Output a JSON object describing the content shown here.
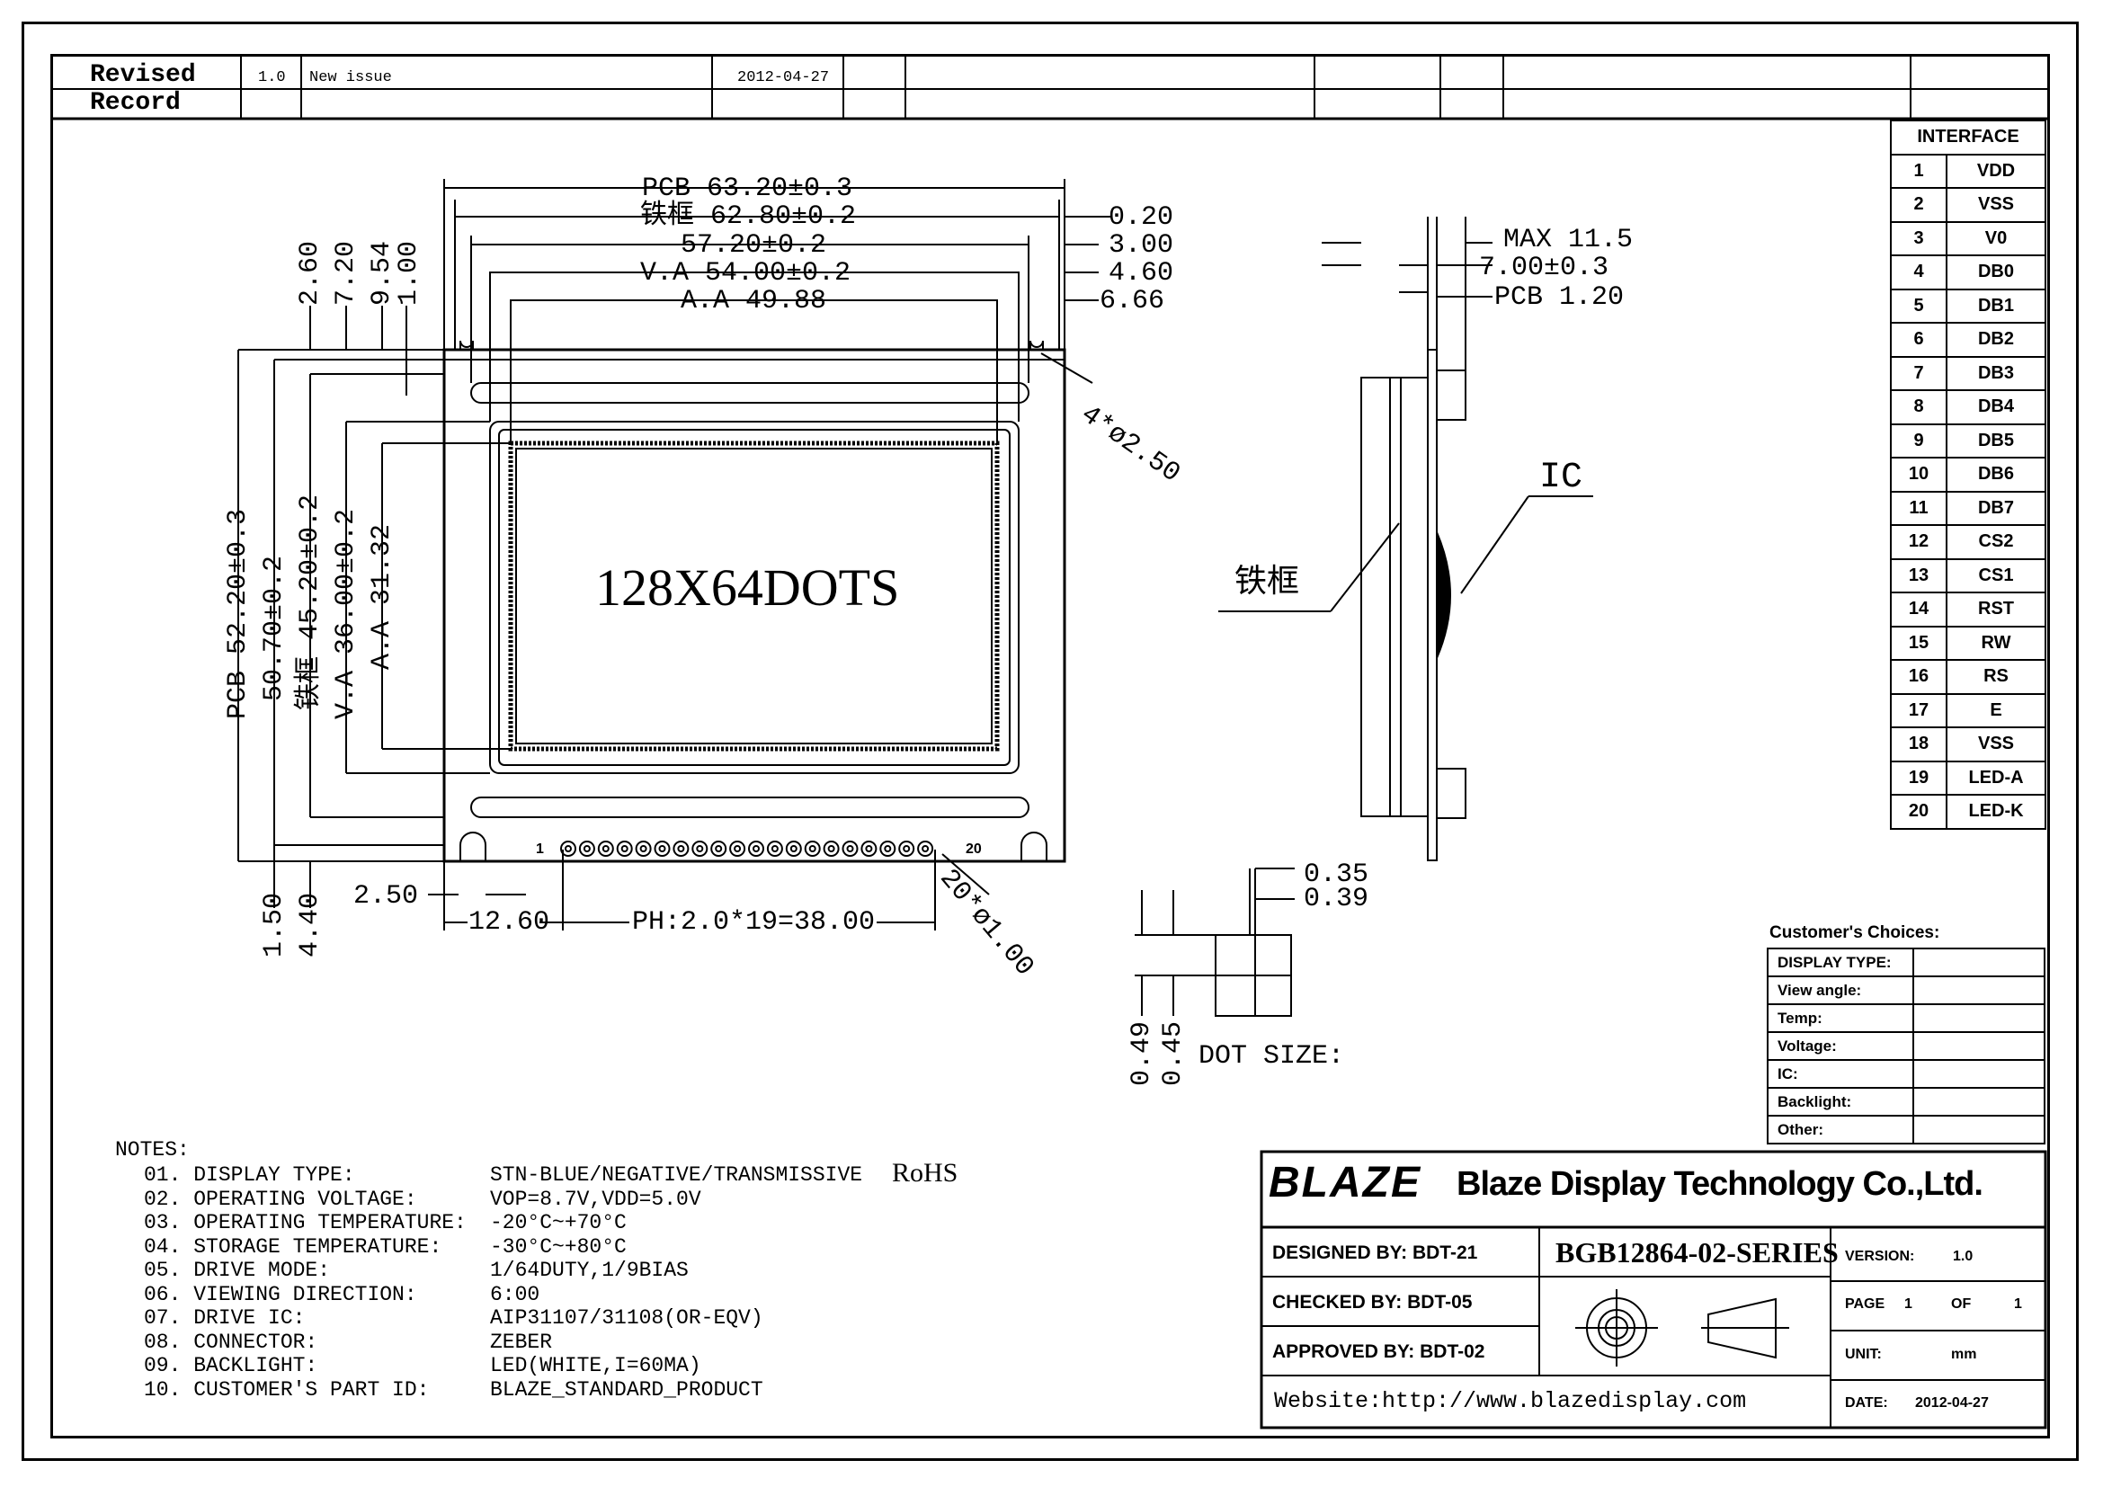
{
  "revision": {
    "label": "Revised\nRecord",
    "label_line1": "Revised",
    "label_line2": "Record",
    "version": "1.0",
    "description": "New issue",
    "date": "2012-04-27"
  },
  "front_view": {
    "dots_label": "128X64DOTS",
    "top_dims": [
      "PCB 63.20±0.3",
      "铁框 62.80±0.2",
      "57.20±0.2",
      "V.A 54.00±0.2",
      "A.A 49.88"
    ],
    "right_dims": [
      "0.20",
      "3.00",
      "4.60",
      "6.66"
    ],
    "left_top_dims": [
      "2.60",
      "7.20",
      "9.54",
      "1.00"
    ],
    "left_dims": [
      "PCB 52.20±0.3",
      "50.70±0.2",
      "铁框 45.20±0.2",
      "V.A 36.00±0.2",
      "A.A 31.32"
    ],
    "hole_dim": "4*ø2.50",
    "pin_first": "1",
    "pin_last": "20",
    "pin_dim": "20*ø1.00",
    "bottom_dims": [
      "2.50",
      "12.60",
      "PH:2.0*19=38.00"
    ],
    "bottom_vdims": [
      "1.50",
      "4.40"
    ]
  },
  "side_view": {
    "dims": [
      "MAX 11.5",
      "7.00±0.3",
      "PCB 1.20"
    ],
    "ic_label": "IC",
    "frame_label": "铁框"
  },
  "dot_size": {
    "dims": [
      "0.35",
      "0.39"
    ],
    "vdims": [
      "0.49",
      "0.45"
    ],
    "label": "DOT SIZE:"
  },
  "interface": {
    "title": "INTERFACE",
    "pins": [
      {
        "no": "1",
        "name": "VDD"
      },
      {
        "no": "2",
        "name": "VSS"
      },
      {
        "no": "3",
        "name": "V0"
      },
      {
        "no": "4",
        "name": "DB0"
      },
      {
        "no": "5",
        "name": "DB1"
      },
      {
        "no": "6",
        "name": "DB2"
      },
      {
        "no": "7",
        "name": "DB3"
      },
      {
        "no": "8",
        "name": "DB4"
      },
      {
        "no": "9",
        "name": "DB5"
      },
      {
        "no": "10",
        "name": "DB6"
      },
      {
        "no": "11",
        "name": "DB7"
      },
      {
        "no": "12",
        "name": "CS2"
      },
      {
        "no": "13",
        "name": "CS1"
      },
      {
        "no": "14",
        "name": "RST"
      },
      {
        "no": "15",
        "name": "RW"
      },
      {
        "no": "16",
        "name": "RS"
      },
      {
        "no": "17",
        "name": "E"
      },
      {
        "no": "18",
        "name": "VSS"
      },
      {
        "no": "19",
        "name": "LED-A"
      },
      {
        "no": "20",
        "name": "LED-K"
      }
    ]
  },
  "customer_choices": {
    "title": "Customer's Choices:",
    "rows": [
      "DISPLAY TYPE:",
      "View angle:",
      "Temp:",
      "Voltage:",
      "IC:",
      "Backlight:",
      "Other:"
    ]
  },
  "notes": {
    "title": "NOTES:",
    "items": [
      {
        "label": "01. DISPLAY TYPE:",
        "value": "STN-BLUE/NEGATIVE/TRANSMISSIVE",
        "extra": "RoHS"
      },
      {
        "label": "02. OPERATING VOLTAGE:",
        "value": "VOP=8.7V,VDD=5.0V"
      },
      {
        "label": "03. OPERATING TEMPERATURE:",
        "value": "-20°C~+70°C"
      },
      {
        "label": "04. STORAGE TEMPERATURE:",
        "value": "-30°C~+80°C"
      },
      {
        "label": "05. DRIVE MODE:",
        "value": "1/64DUTY,1/9BIAS"
      },
      {
        "label": "06. VIEWING DIRECTION:",
        "value": "6:00"
      },
      {
        "label": "07. DRIVE IC:",
        "value": "AIP31107/31108(OR-EQV)"
      },
      {
        "label": "08. CONNECTOR:",
        "value": "ZEBER"
      },
      {
        "label": "09. BACKLIGHT:",
        "value": "LED(WHITE,I=60MA)"
      },
      {
        "label": "10. CUSTOMER'S PART ID:",
        "value": "BLAZE_STANDARD_PRODUCT"
      }
    ]
  },
  "title_block": {
    "logo": "BLAZE",
    "company": "Blaze Display Technology Co.,Ltd.",
    "designed": "DESIGNED BY: BDT-21",
    "checked": "CHECKED BY: BDT-05",
    "approved": "APPROVED BY: BDT-02",
    "part_no": "BGB12864-02-SERIES",
    "website": "Website:http://www.blazedisplay.com",
    "version_label": "VERSION:",
    "version": "1.0",
    "page_label": "PAGE",
    "page": "1",
    "of_label": "OF",
    "of": "1",
    "unit_label": "UNIT:",
    "unit": "mm",
    "date_label": "DATE:",
    "date": "2012-04-27"
  }
}
